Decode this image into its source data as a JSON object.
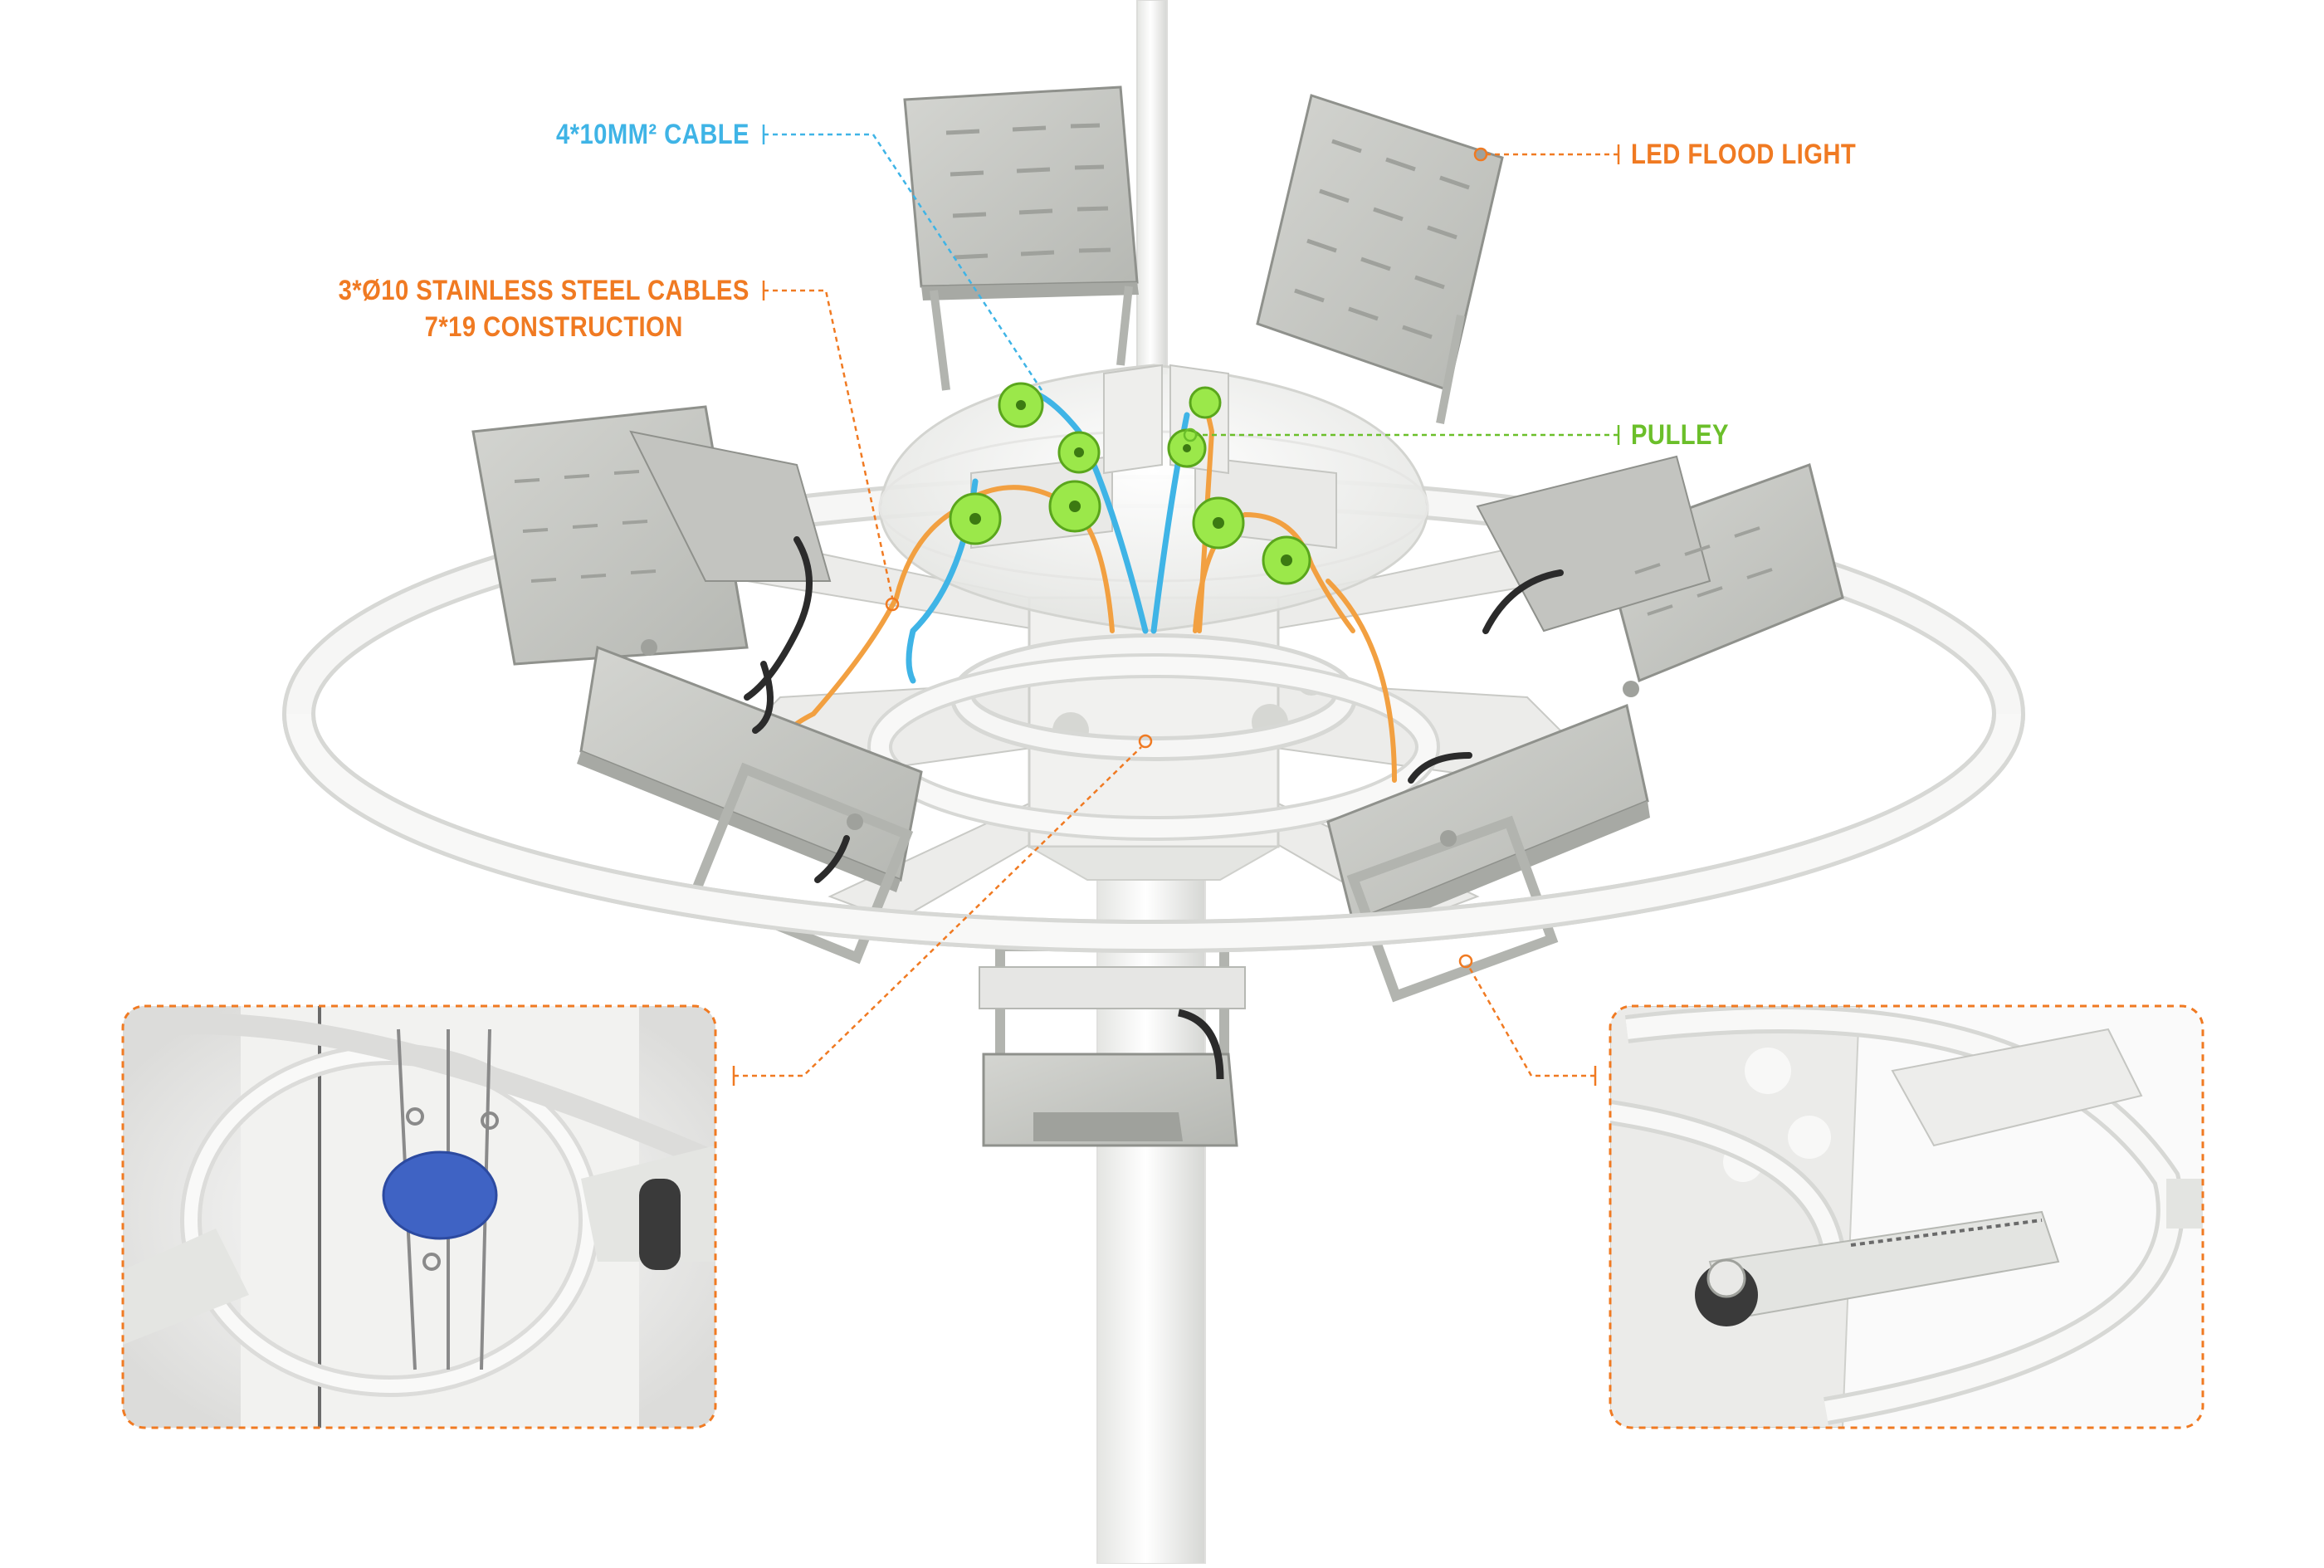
{
  "colors": {
    "orange": "#f07a22",
    "blue": "#3fb4e6",
    "green": "#6bbf2a",
    "metal": "#c9cac6",
    "metal_dark": "#9fa19c",
    "white_metal": "#f2f2f0",
    "pulley": "#9be84a",
    "plate": "#3f63c4"
  },
  "labels": {
    "cable": "4*10MM² CABLE",
    "flood_light": "LED FLOOD LIGHT",
    "steel_cables_line1": "3*Ø10 STAINLESS STEEL CABLES",
    "steel_cables_line2": "7*19 CONSTRUCTION",
    "pulley": "PULLEY"
  },
  "icons": [
    "led-flood-light-icon",
    "pulley-wheel-icon",
    "detail-inset-frame"
  ]
}
